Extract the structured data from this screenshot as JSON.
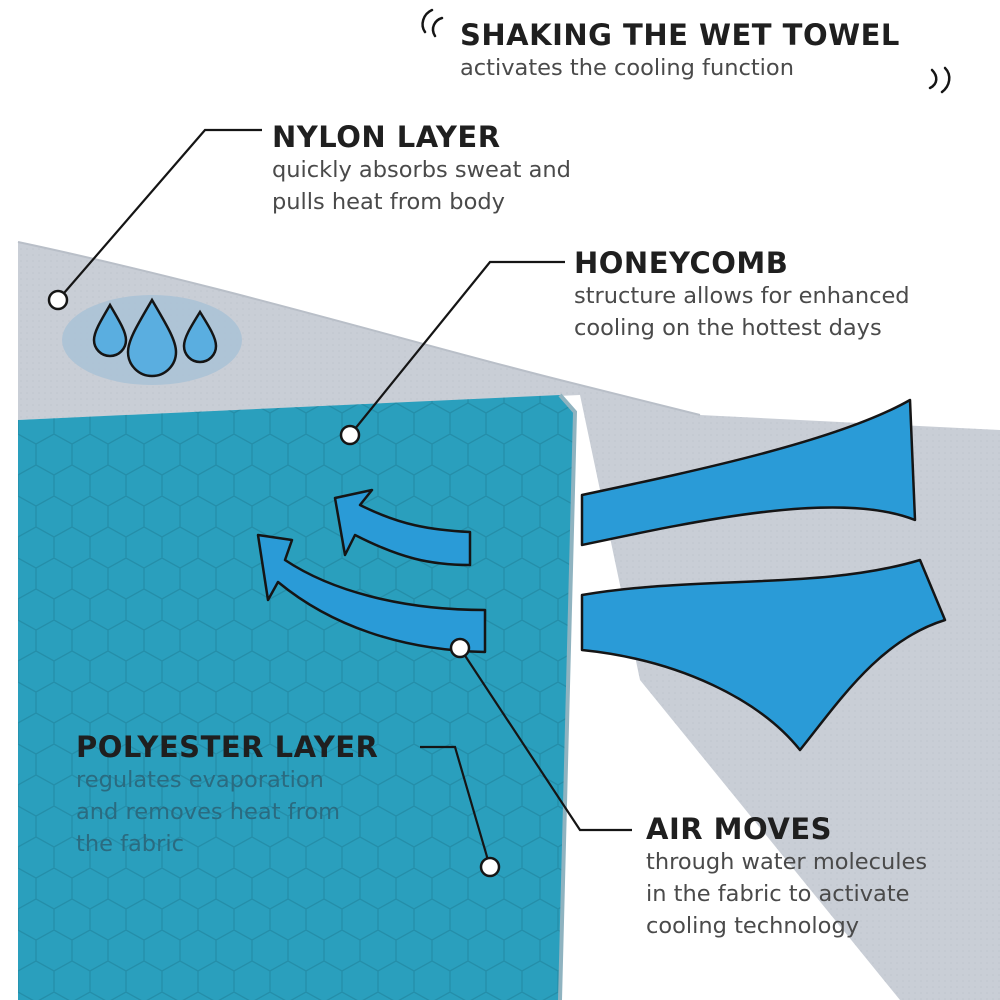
{
  "colors": {
    "nylon_grey": "#c9ced6",
    "polyester_teal": "#2a9fbd",
    "air_blue": "#2a9bd7",
    "outline": "#151515"
  },
  "icons": [
    "water-drops-icon",
    "sound-wave-icon"
  ],
  "callouts": {
    "shaking": {
      "title": "SHAKING THE WET TOWEL",
      "lines": [
        "activates the cooling function"
      ]
    },
    "nylon": {
      "title": "NYLON LAYER",
      "lines": [
        "quickly absorbs sweat and",
        "pulls heat from body"
      ]
    },
    "honeycomb": {
      "title": "HONEYCOMB",
      "lines": [
        "structure allows for enhanced",
        "cooling on the hottest days"
      ]
    },
    "polyester": {
      "title": "POLYESTER LAYER",
      "lines": [
        "regulates evaporation",
        "and removes heat from",
        "the fabric"
      ]
    },
    "air": {
      "title": "AIR MOVES",
      "lines": [
        "through water molecules",
        "in the fabric to activate",
        "cooling technology"
      ]
    }
  }
}
